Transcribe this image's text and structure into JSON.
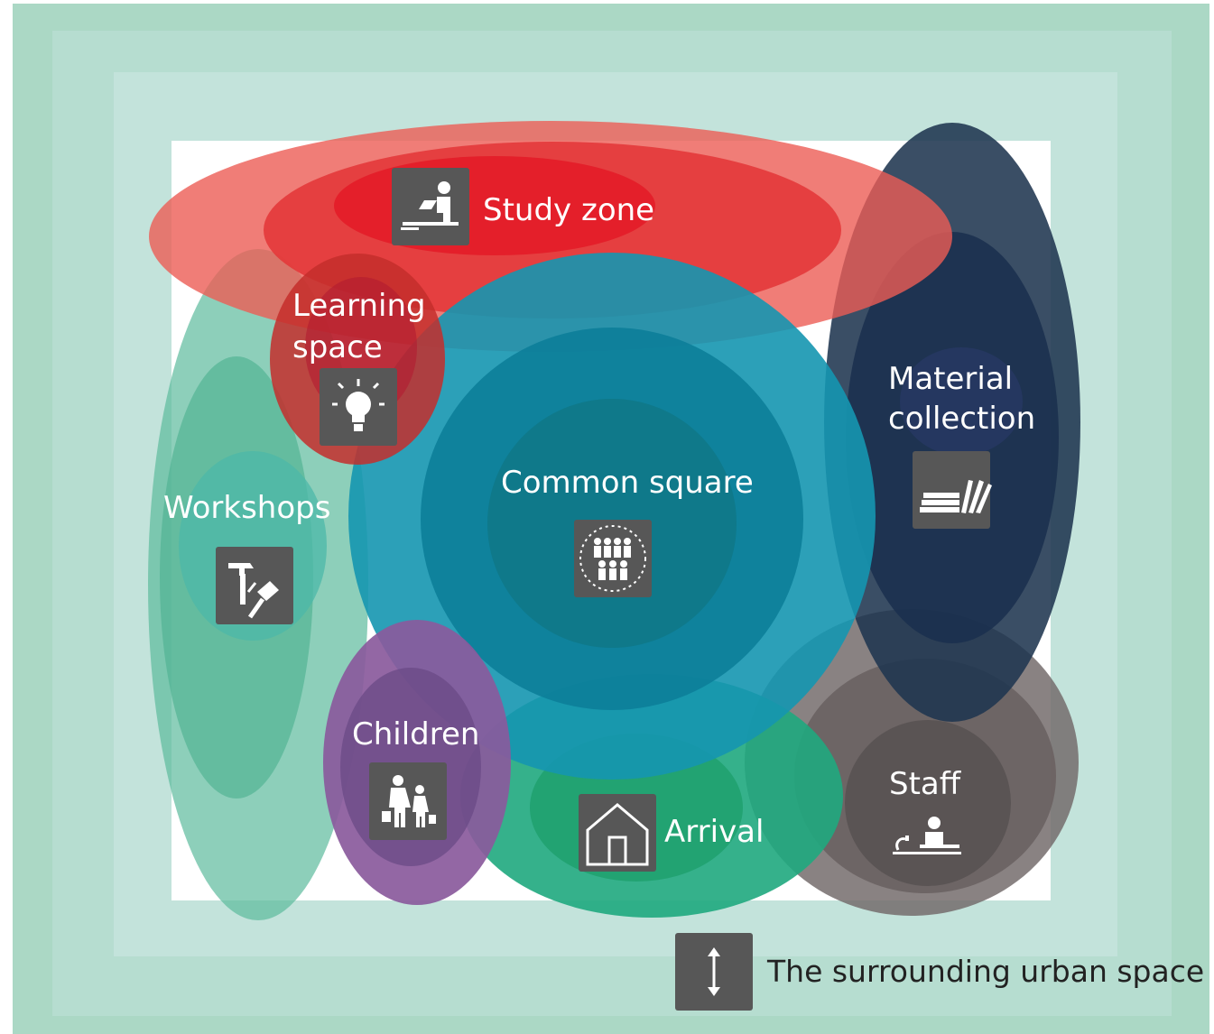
{
  "zones": {
    "study": {
      "label": "Study zone",
      "icon": "study-desk-icon"
    },
    "learning": {
      "label_line1": "Learning",
      "label_line2": "space",
      "icon": "lightbulb-icon"
    },
    "material": {
      "label_line1": "Material",
      "label_line2": "collection",
      "icon": "books-icon"
    },
    "common": {
      "label": "Common square",
      "icon": "people-group-icon"
    },
    "workshops": {
      "label": "Workshops",
      "icon": "hammer-roller-icon"
    },
    "children": {
      "label": "Children",
      "icon": "children-icon"
    },
    "arrival": {
      "label": "Arrival",
      "icon": "house-icon"
    },
    "staff": {
      "label": "Staff",
      "icon": "staff-desk-icon"
    }
  },
  "legend": {
    "label": "The surrounding urban space",
    "icon": "vertical-arrows-icon"
  },
  "colors": {
    "outer": "#abd8c5",
    "middle": "#b6ddd0",
    "inner": "#c3e3db",
    "study": "#e8342f",
    "material": "#1f3550",
    "common": "#0f8da8",
    "workshops": "#5dbb9c",
    "children": "#8a5a9c",
    "arrival": "#1fa87e",
    "staff": "#5f5757",
    "icon_tile": "#575757"
  }
}
